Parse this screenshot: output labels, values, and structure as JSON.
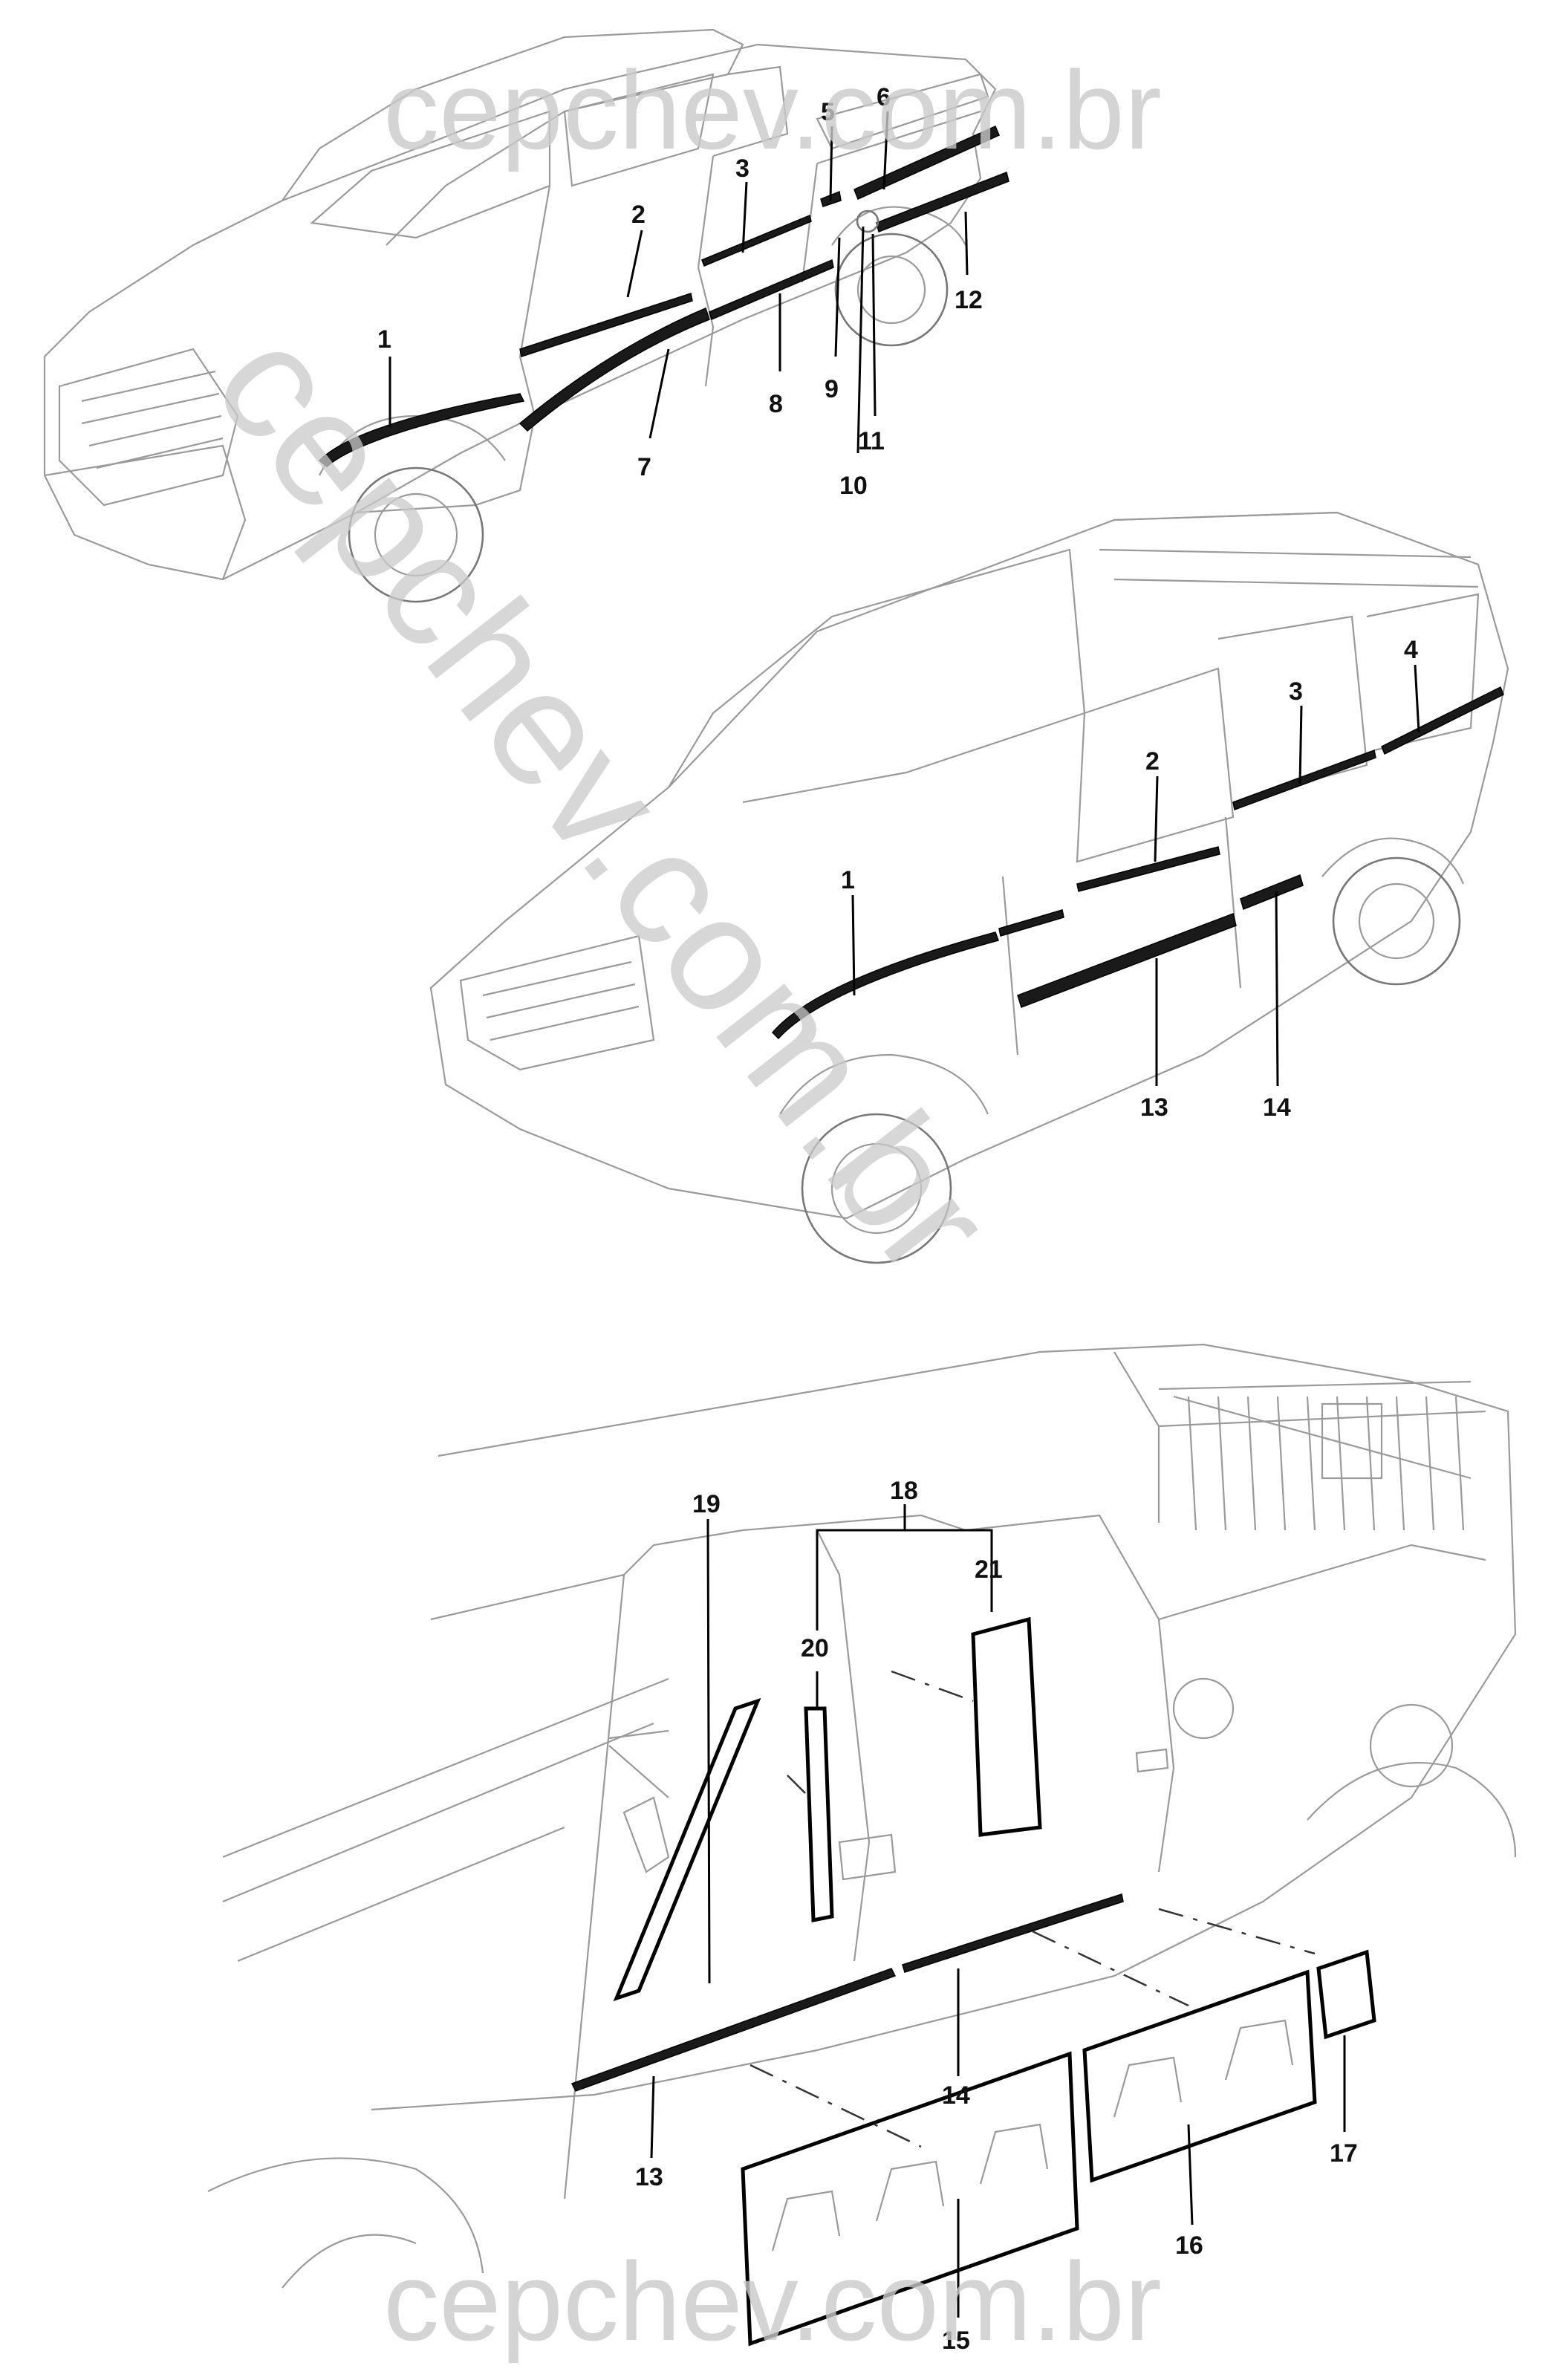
{
  "watermark": {
    "top": "cepchev.com.br",
    "diagonal": "cepchev.com.br",
    "bottom": "cepchev.com.br"
  },
  "callouts": {
    "pickup": [
      "1",
      "2",
      "3",
      "5",
      "6",
      "7",
      "8",
      "9",
      "10",
      "11",
      "12"
    ],
    "suv": [
      "1",
      "2",
      "3",
      "4",
      "13",
      "14"
    ],
    "detail": [
      "13",
      "14",
      "15",
      "16",
      "17",
      "18",
      "19",
      "20",
      "21"
    ]
  }
}
